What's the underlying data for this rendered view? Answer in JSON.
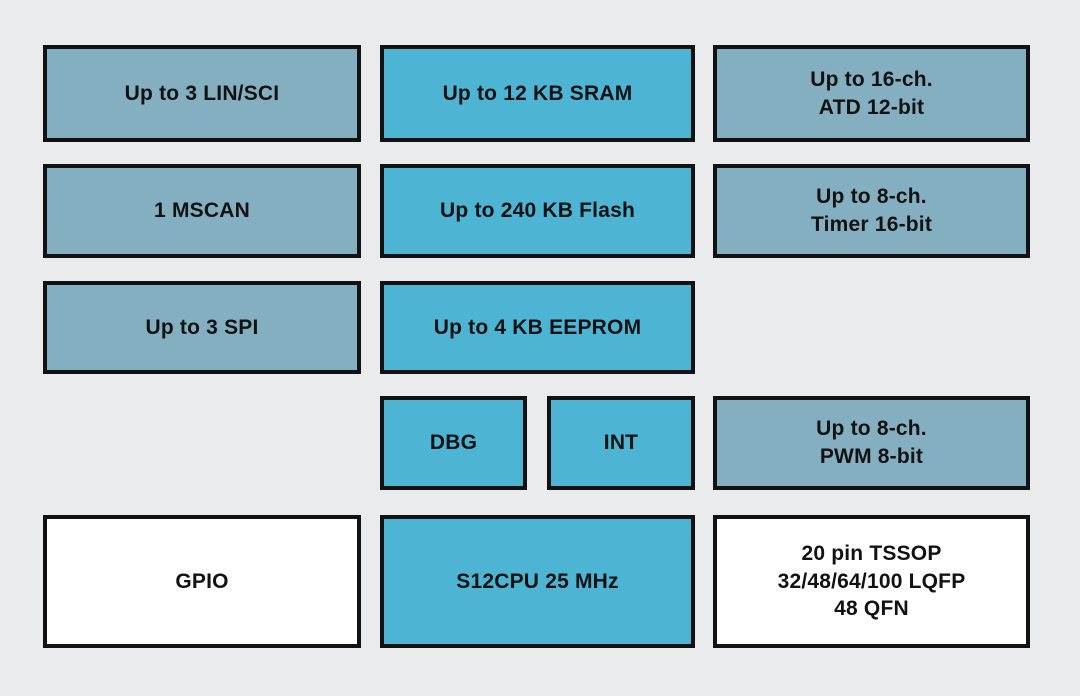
{
  "colors": {
    "background": "#e9ebec",
    "peripheral_fill": "#84afc1",
    "core_fill": "#4db4d4",
    "io_fill": "#ffffff",
    "border": "#121212",
    "text": "#121212"
  },
  "blocks": {
    "lin_sci": {
      "label": "Up to 3 LIN/SCI"
    },
    "sram": {
      "label": "Up to 12 KB SRAM"
    },
    "atd": {
      "label": "Up to 16-ch.\nATD 12-bit"
    },
    "mscan": {
      "label": "1 MSCAN"
    },
    "flash": {
      "label": "Up to 240 KB Flash"
    },
    "timer": {
      "label": "Up to 8-ch.\nTimer 16-bit"
    },
    "spi": {
      "label": "Up to 3 SPI"
    },
    "eeprom": {
      "label": "Up to 4 KB EEPROM"
    },
    "dbg": {
      "label": "DBG"
    },
    "int": {
      "label": "INT"
    },
    "pwm": {
      "label": "Up to 8-ch.\nPWM 8-bit"
    },
    "gpio": {
      "label": "GPIO"
    },
    "cpu": {
      "label": "S12CPU 25 MHz"
    },
    "packages": {
      "label": "20 pin TSSOP\n32/48/64/100 LQFP\n48 QFN"
    }
  }
}
